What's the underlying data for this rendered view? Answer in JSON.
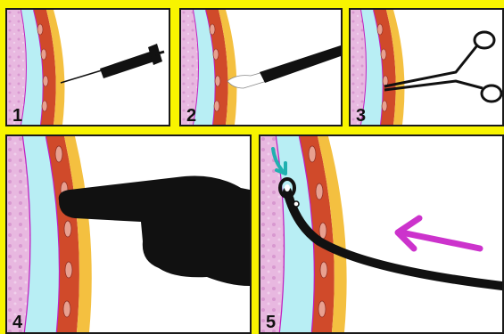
{
  "panels": [
    {
      "number": "1",
      "tool": "syringe-needle"
    },
    {
      "number": "2",
      "tool": "scalpel"
    },
    {
      "number": "3",
      "tool": "forceps"
    },
    {
      "number": "4",
      "tool": "finger"
    },
    {
      "number": "5",
      "tool": "chest-tube"
    }
  ],
  "colors": {
    "background": "#f8f400",
    "lung": "#e8b8e0",
    "pleura_line": "#c020c0",
    "pleural_space": "#b8eef4",
    "muscle": "#d04a2a",
    "fat": "#f4c040",
    "tool": "#111111",
    "arrow_teal": "#20b0b0",
    "arrow_magenta": "#cc33cc"
  }
}
